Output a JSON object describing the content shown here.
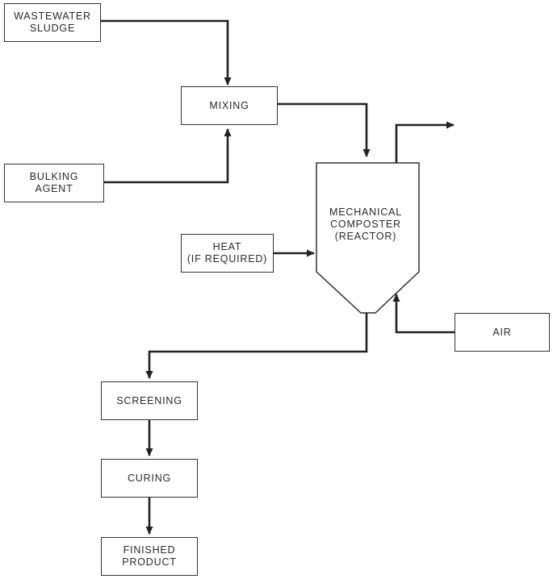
{
  "diagram": {
    "nodes": {
      "wastewater_sludge": "WASTEWATER\nSLUDGE",
      "mixing": "MIXING",
      "bulking_agent": "BULKING\nAGENT",
      "heat": "HEAT\n(IF REQUIRED)",
      "reactor": "MECHANICAL\nCOMPOSTER\n(REACTOR)",
      "air": "AIR",
      "screening": "SCREENING",
      "curing": "CURING",
      "finished_product": "FINISHED\nPRODUCT"
    },
    "edges": [
      {
        "from": "wastewater_sludge",
        "to": "mixing"
      },
      {
        "from": "bulking_agent",
        "to": "mixing"
      },
      {
        "from": "mixing",
        "to": "reactor"
      },
      {
        "from": "heat",
        "to": "reactor"
      },
      {
        "from": "air",
        "to": "reactor"
      },
      {
        "from": "reactor",
        "to": "exhaust"
      },
      {
        "from": "reactor",
        "to": "screening"
      },
      {
        "from": "screening",
        "to": "curing"
      },
      {
        "from": "curing",
        "to": "finished_product"
      }
    ],
    "colors": {
      "line": "#222222",
      "text": "#2a2a2a"
    }
  }
}
